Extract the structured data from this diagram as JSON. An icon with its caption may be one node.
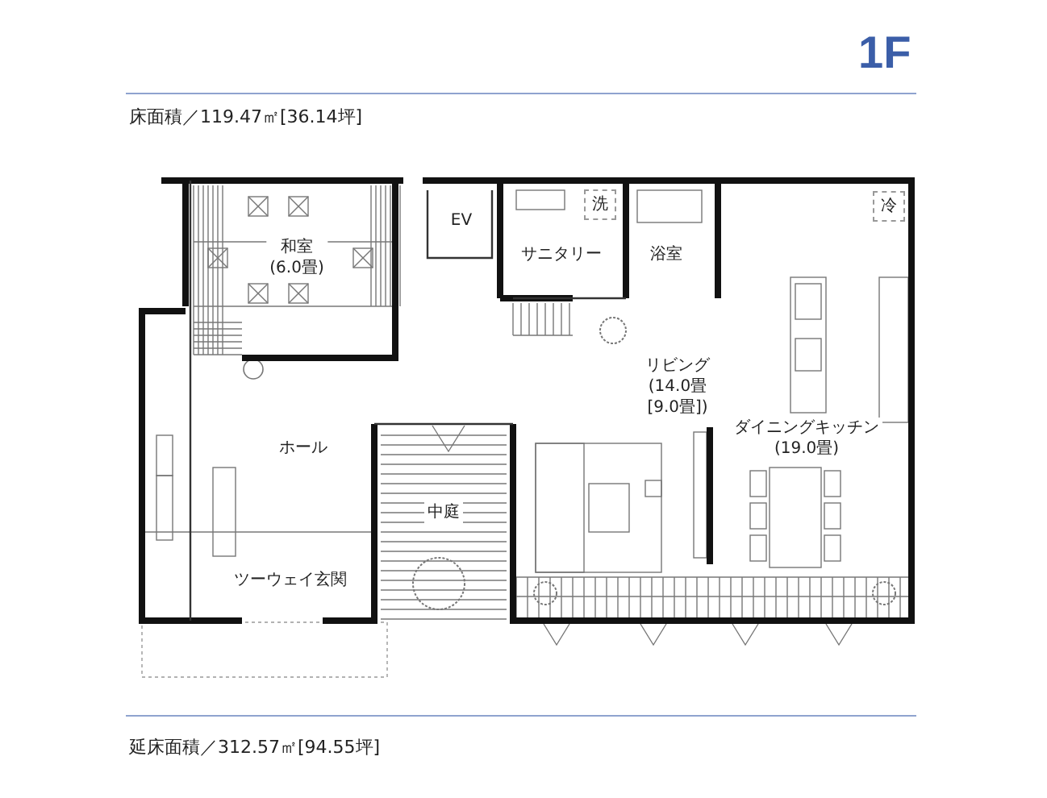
{
  "diagram": {
    "title": "1F",
    "nodes": [
      {
        "text": [
          "和室 (6.0畳)"
        ]
      },
      {
        "text": [
          "EV"
        ]
      },
      {
        "text": [
          "洗"
        ]
      },
      {
        "text": [
          "冷"
        ]
      },
      {
        "text": [
          "サニタリー"
        ]
      },
      {
        "text": [
          "浴室"
        ]
      },
      {
        "text": [
          "リビング (14.0畳[9.0畳])"
        ]
      },
      {
        "text": [
          "ダイニングキッチン (19.0畳)"
        ]
      },
      {
        "text": [
          "ホール"
        ]
      },
      {
        "text": [
          "中庭"
        ]
      },
      {
        "text": [
          "ツーウェイ玄関"
        ]
      }
    ],
    "labels": [
      "床面積／119.47㎡[36.14坪]",
      "延床面積／312.57㎡[94.55坪]"
    ]
  }
}
